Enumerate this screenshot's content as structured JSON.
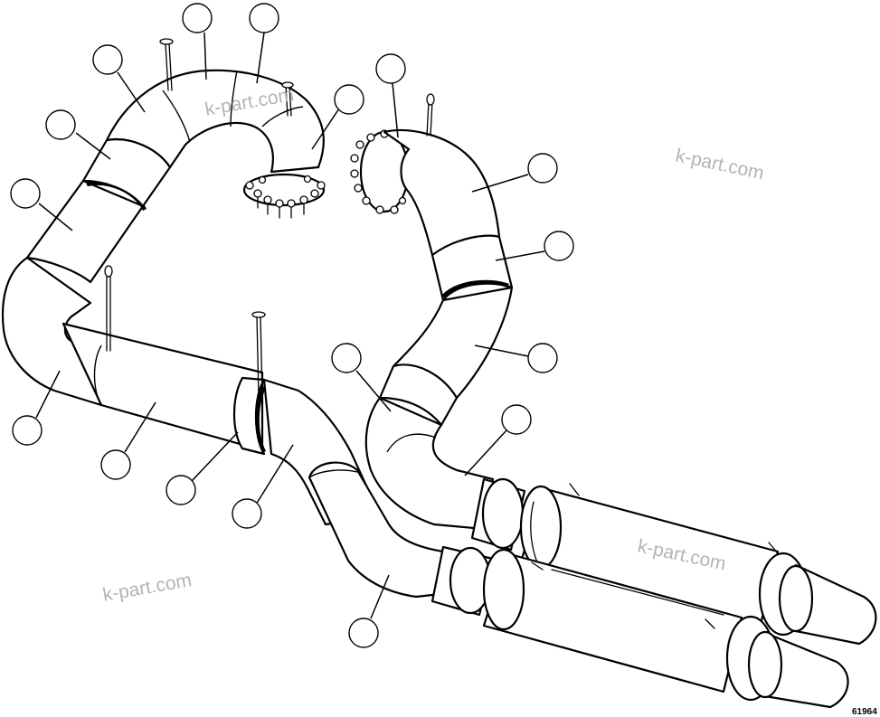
{
  "figure": {
    "number": "61964"
  },
  "watermarks": [
    {
      "text": "k-part.com"
    },
    {
      "text": "k-part.com"
    },
    {
      "text": "k-part.com"
    },
    {
      "text": "k-part.com"
    }
  ],
  "callouts": [
    {
      "label": ""
    },
    {
      "label": ""
    },
    {
      "label": ""
    },
    {
      "label": ""
    },
    {
      "label": ""
    },
    {
      "label": ""
    },
    {
      "label": ""
    },
    {
      "label": ""
    },
    {
      "label": ""
    },
    {
      "label": ""
    },
    {
      "label": ""
    },
    {
      "label": ""
    },
    {
      "label": ""
    },
    {
      "label": ""
    },
    {
      "label": ""
    },
    {
      "label": ""
    },
    {
      "label": ""
    },
    {
      "label": ""
    },
    {
      "label": ""
    },
    {
      "label": ""
    }
  ]
}
